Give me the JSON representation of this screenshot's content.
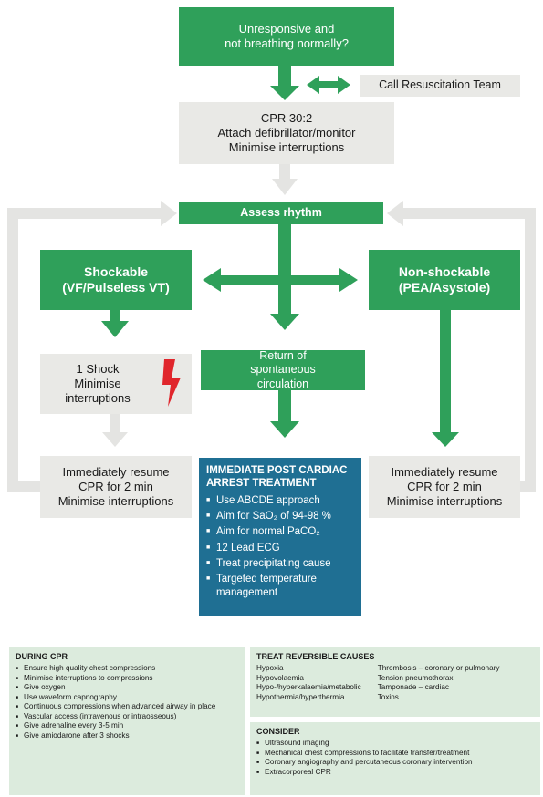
{
  "start": {
    "lines": [
      "Unresponsive and",
      "not breathing normally?"
    ]
  },
  "call_team": "Call Resuscitation Team",
  "cpr": {
    "lines": [
      "CPR 30:2",
      "Attach defibrillator/monitor",
      "Minimise interruptions"
    ]
  },
  "assess": "Assess rhythm",
  "shockable": {
    "lines": [
      "Shockable",
      "(VF/Pulseless VT)"
    ]
  },
  "nonshockable": {
    "lines": [
      "Non-shockable",
      "(PEA/Asystole)"
    ]
  },
  "shock": {
    "lines": [
      "1 Shock",
      "Minimise",
      "interruptions"
    ]
  },
  "rosc": {
    "lines": [
      "Return of",
      "spontaneous",
      "circulation"
    ]
  },
  "resume_left": {
    "lines": [
      "Immediately resume",
      "CPR for 2 min",
      "Minimise interruptions"
    ]
  },
  "resume_right": {
    "lines": [
      "Immediately resume",
      "CPR for 2 min",
      "Minimise interruptions"
    ]
  },
  "post": {
    "title": "IMMEDIATE POST CARDIAC ARREST TREATMENT",
    "items": [
      "Use ABCDE approach",
      "Aim for SaO₂ of 94-98 %",
      "Aim for normal PaCO₂",
      "12 Lead ECG",
      "Treat precipitating cause",
      "Targeted temperature management"
    ]
  },
  "during_cpr": {
    "title": "DURING CPR",
    "items": [
      "Ensure high quality chest compressions",
      "Minimise interruptions to compressions",
      "Give oxygen",
      "Use waveform capnography",
      "Continuous compressions when advanced airway in place",
      "Vascular access (intravenous or intraosseous)",
      "Give adrenaline every 3-5 min",
      "Give amiodarone after 3 shocks"
    ]
  },
  "reversible": {
    "title": "TREAT REVERSIBLE CAUSES",
    "left": [
      "Hypoxia",
      "Hypovolaemia",
      "Hypo-/hyperkalaemia/metabolic",
      "Hypothermia/hyperthermia"
    ],
    "right": [
      "Thrombosis – coronary or pulmonary",
      "Tension pneumothorax",
      "Tamponade – cardiac",
      "Toxins"
    ]
  },
  "consider": {
    "title": "CONSIDER",
    "items": [
      "Ultrasound imaging",
      "Mechanical chest compressions to facilitate transfer/treatment",
      "Coronary angiography and percutaneous coronary intervention",
      "Extracorporeal CPR"
    ]
  },
  "colors": {
    "green": "#2fa05a",
    "blue": "#1f6f93",
    "grey": "#e9e9e6",
    "panel": "#dcebdd",
    "lightning": "#e0262c"
  }
}
